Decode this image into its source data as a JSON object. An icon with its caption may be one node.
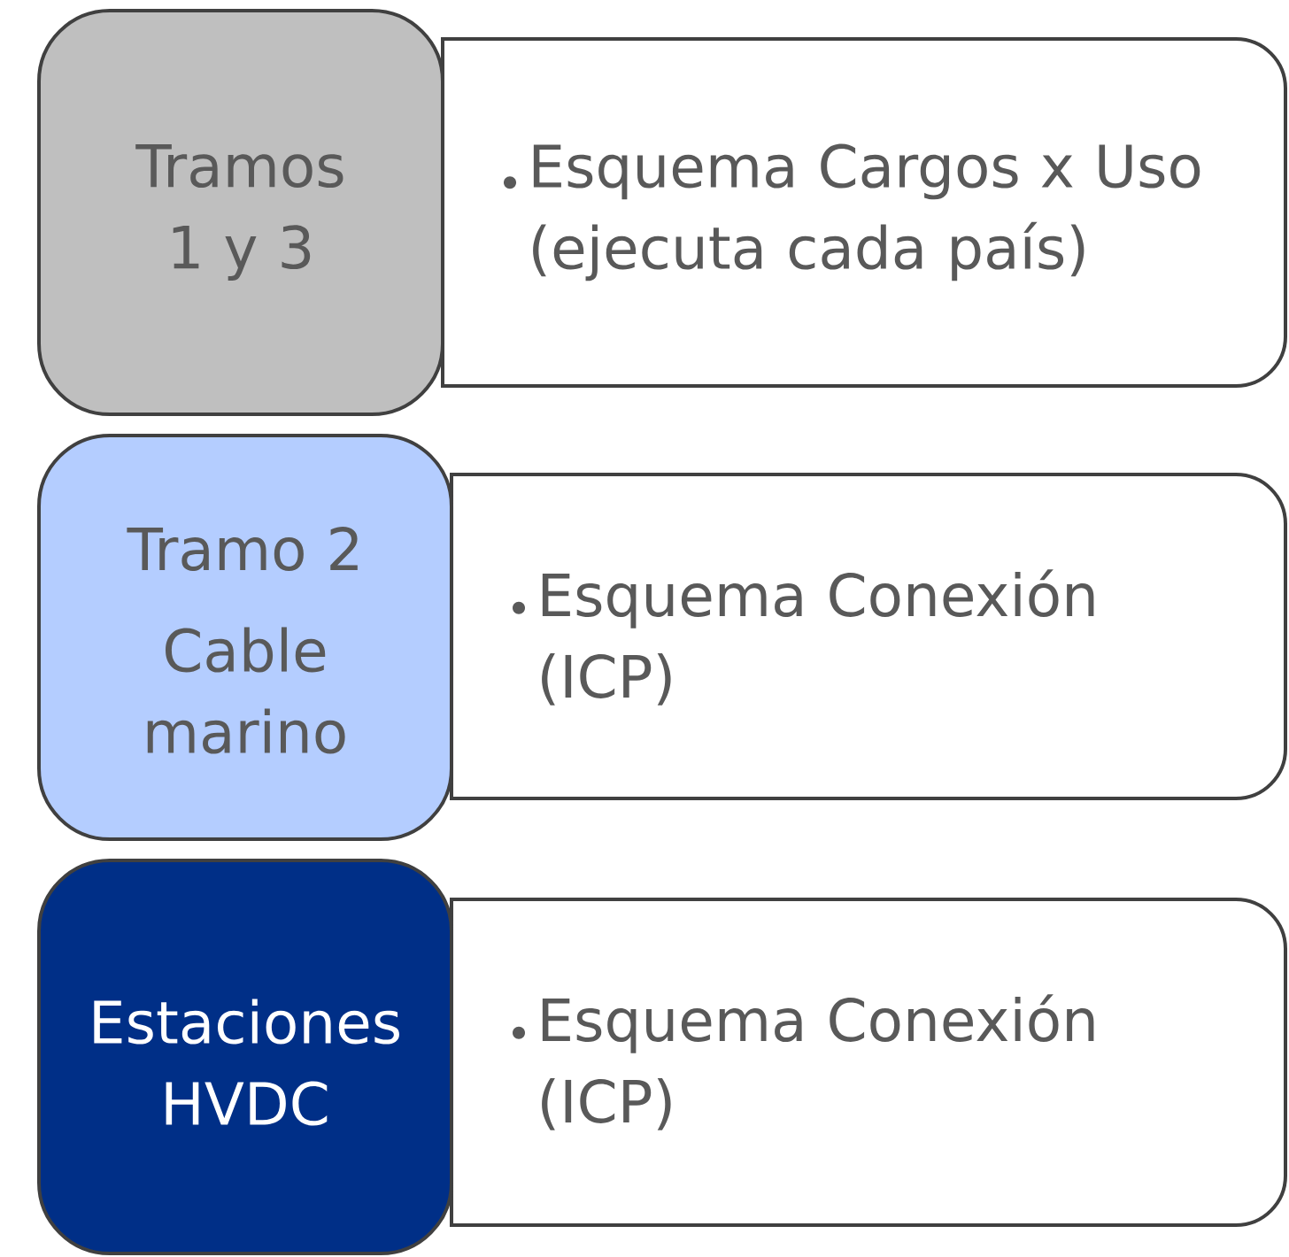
{
  "diagram": {
    "nodes": [
      {
        "text": [
          "Tramos 1 y 3"
        ]
      },
      {
        "text": [
          "Esquema Cargos x Uso (ejecuta cada país)"
        ]
      },
      {
        "text": [
          "Tramo 2",
          "Cable marino"
        ]
      },
      {
        "text": [
          "Esquema Conexión (ICP)"
        ]
      },
      {
        "text": [
          "Estaciones HVDC"
        ]
      },
      {
        "text": [
          "Esquema Conexión (ICP)"
        ]
      }
    ]
  }
}
